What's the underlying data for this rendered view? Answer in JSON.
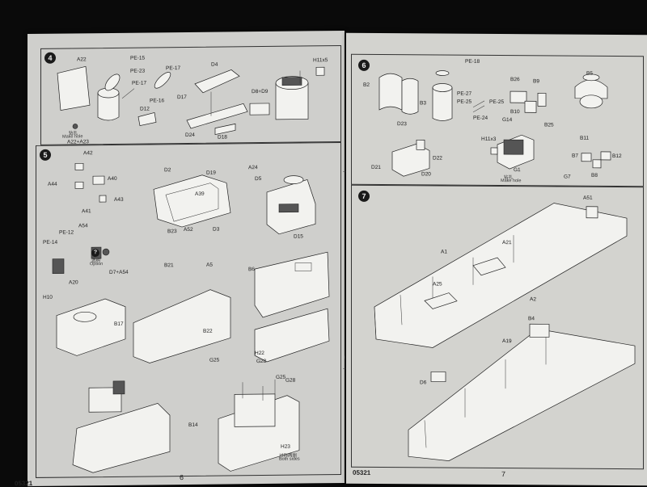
{
  "left_page": {
    "page_number": "6",
    "code": "05321",
    "step4": {
      "number": "4",
      "labels": [
        "A22",
        "PE-15",
        "PE-23",
        "PE-17",
        "PE-17",
        "PE-16",
        "D4",
        "D8+D9",
        "H11x5",
        "D12",
        "D17",
        "D24",
        "D18"
      ],
      "make_hole_cn": "钻孔",
      "make_hole": "Make hole",
      "combo": "A22+A23"
    },
    "step5": {
      "number": "5",
      "labels": [
        "A42",
        "A44",
        "A40",
        "A43",
        "A41",
        "D2",
        "D19",
        "A39",
        "B23",
        "A52",
        "D3",
        "A24",
        "D5",
        "D15",
        "A54",
        "PE-12",
        "PE-14",
        "D7+A54",
        "H10",
        "A20",
        "B21",
        "A5",
        "B6",
        "B17",
        "B22",
        "G25",
        "H22",
        "G28",
        "G25",
        "G28",
        "B14",
        "H23"
      ],
      "option_marker": "?",
      "option_cn": "选购",
      "option": "Option",
      "both_sides_cn": "对称两侧",
      "both_sides": "Both sides"
    }
  },
  "right_page": {
    "page_number": "7",
    "code": "05321",
    "step6": {
      "number": "6",
      "labels": [
        "PE-18",
        "B2",
        "B3",
        "PE-27",
        "PE-25",
        "PE-25",
        "PE-24",
        "B26",
        "B9",
        "B5",
        "B10",
        "B25",
        "G14",
        "H11x3",
        "D23",
        "D22",
        "D21",
        "D20",
        "G1",
        "B11",
        "B7",
        "B12",
        "G7",
        "B8"
      ],
      "make_hole_cn": "钻孔",
      "make_hole": "Make hole"
    },
    "step7": {
      "number": "7",
      "labels": [
        "A51",
        "A1",
        "A21",
        "A25",
        "A2",
        "B4",
        "A19",
        "D6"
      ]
    }
  },
  "margin_marks": [
    "—",
    "ı",
    "—"
  ]
}
